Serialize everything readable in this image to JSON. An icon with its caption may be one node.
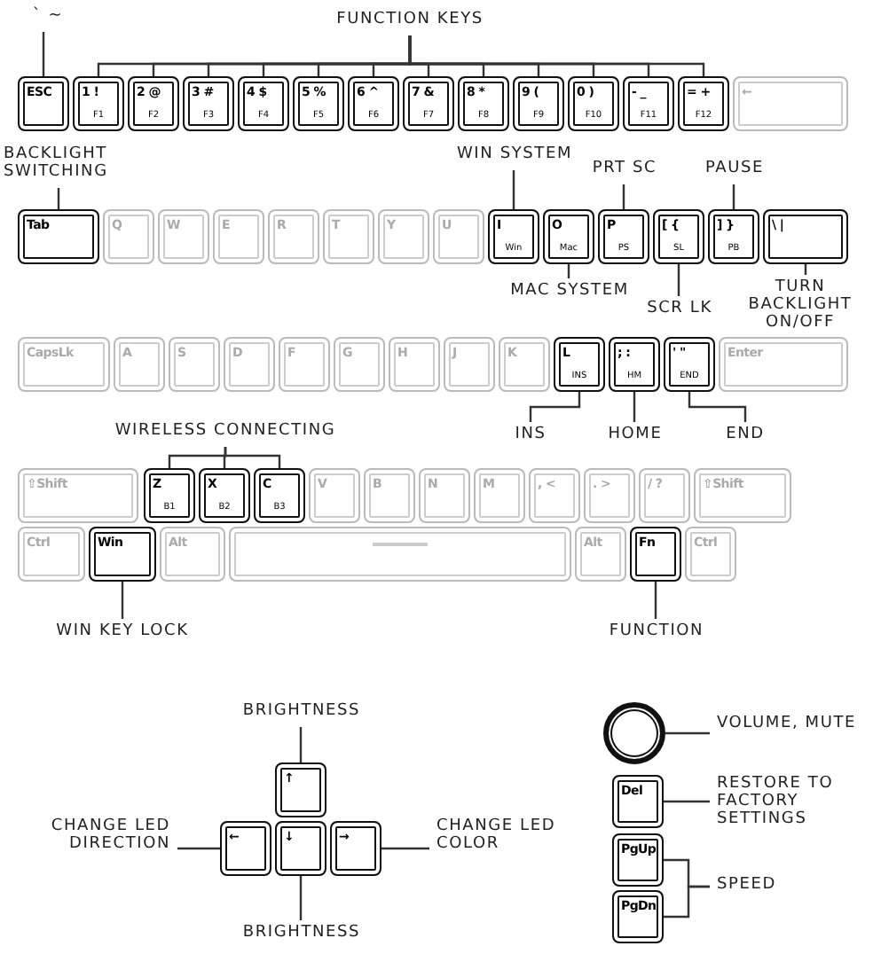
{
  "diagram": {
    "nodes": [
      {
        "text": [
          "` ~"
        ]
      },
      {
        "text": [
          "FUNCTION KEYS"
        ]
      },
      {
        "text": [
          "ESC"
        ]
      },
      {
        "text": [
          "1 !",
          "F1"
        ]
      },
      {
        "text": [
          "2 @",
          "F2"
        ]
      },
      {
        "text": [
          "3 #",
          "F3"
        ]
      },
      {
        "text": [
          "4 $",
          "F4"
        ]
      },
      {
        "text": [
          "5 %",
          "F5"
        ]
      },
      {
        "text": [
          "6 ^",
          "F6"
        ]
      },
      {
        "text": [
          "7 &",
          "F7"
        ]
      },
      {
        "text": [
          "8 *",
          "F8"
        ]
      },
      {
        "text": [
          "9 (",
          "F9"
        ]
      },
      {
        "text": [
          "0 )",
          "F10"
        ]
      },
      {
        "text": [
          "- _",
          "F11"
        ]
      },
      {
        "text": [
          "= +",
          "F12"
        ]
      },
      {
        "text": [
          "←"
        ]
      },
      {
        "text": [
          "BACKLIGHT SWITCHING"
        ]
      },
      {
        "text": [
          "WIN SYSTEM"
        ]
      },
      {
        "text": [
          "PRT SC"
        ]
      },
      {
        "text": [
          "PAUSE"
        ]
      },
      {
        "text": [
          "Tab"
        ]
      },
      {
        "text": [
          "Q"
        ]
      },
      {
        "text": [
          "W"
        ]
      },
      {
        "text": [
          "E"
        ]
      },
      {
        "text": [
          "R"
        ]
      },
      {
        "text": [
          "T"
        ]
      },
      {
        "text": [
          "Y"
        ]
      },
      {
        "text": [
          "U"
        ]
      },
      {
        "text": [
          "I",
          "Win"
        ]
      },
      {
        "text": [
          "O",
          "Mac"
        ]
      },
      {
        "text": [
          "P",
          "PS"
        ]
      },
      {
        "text": [
          "[ {",
          "SL"
        ]
      },
      {
        "text": [
          "] }",
          "PB"
        ]
      },
      {
        "text": [
          "\\ |"
        ]
      },
      {
        "text": [
          "MAC SYSTEM"
        ]
      },
      {
        "text": [
          "SCR LK"
        ]
      },
      {
        "text": [
          "TURN BACKLIGHT ON/OFF"
        ]
      },
      {
        "text": [
          "CapsLk"
        ]
      },
      {
        "text": [
          "A"
        ]
      },
      {
        "text": [
          "S"
        ]
      },
      {
        "text": [
          "D"
        ]
      },
      {
        "text": [
          "F"
        ]
      },
      {
        "text": [
          "G"
        ]
      },
      {
        "text": [
          "H"
        ]
      },
      {
        "text": [
          "J"
        ]
      },
      {
        "text": [
          "K"
        ]
      },
      {
        "text": [
          "L",
          "INS"
        ]
      },
      {
        "text": [
          "; :",
          "HM"
        ]
      },
      {
        "text": [
          "' \"",
          "END"
        ]
      },
      {
        "text": [
          "Enter"
        ]
      },
      {
        "text": [
          "INS"
        ]
      },
      {
        "text": [
          "HOME"
        ]
      },
      {
        "text": [
          "END"
        ]
      },
      {
        "text": [
          "WIRELESS CONNECTING"
        ]
      },
      {
        "text": [
          "⇧Shift"
        ]
      },
      {
        "text": [
          "Z",
          "B1"
        ]
      },
      {
        "text": [
          "X",
          "B2"
        ]
      },
      {
        "text": [
          "C",
          "B3"
        ]
      },
      {
        "text": [
          "V"
        ]
      },
      {
        "text": [
          "B"
        ]
      },
      {
        "text": [
          "N"
        ]
      },
      {
        "text": [
          "M"
        ]
      },
      {
        "text": [
          ", <"
        ]
      },
      {
        "text": [
          ". >"
        ]
      },
      {
        "text": [
          "/ ?"
        ]
      },
      {
        "text": [
          "⇧Shift"
        ]
      },
      {
        "text": [
          "Ctrl"
        ]
      },
      {
        "text": [
          "Win"
        ]
      },
      {
        "text": [
          "Alt"
        ]
      },
      {
        "text": [],
        "shape": "box"
      },
      {
        "text": [
          "Alt"
        ]
      },
      {
        "text": [
          "Fn"
        ]
      },
      {
        "text": [
          "Ctrl"
        ]
      },
      {
        "text": [
          "WIN KEY LOCK"
        ]
      },
      {
        "text": [
          "FUNCTION"
        ]
      },
      {
        "text": [
          "BRIGHTNESS"
        ]
      },
      {
        "text": [
          "CHANGE LED DIRECTION"
        ]
      },
      {
        "text": [
          "↑"
        ]
      },
      {
        "text": [
          "←"
        ]
      },
      {
        "text": [
          "↓"
        ]
      },
      {
        "text": [
          "→"
        ]
      },
      {
        "text": [
          "CHANGE LED COLOR"
        ]
      },
      {
        "text": [
          "BRIGHTNESS"
        ]
      },
      {
        "text": [],
        "shape": "circle"
      },
      {
        "text": [
          "VOLUME, MUTE"
        ]
      },
      {
        "text": [
          "Del"
        ]
      },
      {
        "text": [
          "RESTORE TO FACTORY SETTINGS"
        ]
      },
      {
        "text": [
          "PgUp"
        ]
      },
      {
        "text": [
          "PgDn"
        ]
      },
      {
        "text": [
          "SPEED"
        ]
      }
    ],
    "edges": [
      {
        "from": 0,
        "to": 2,
        "arrow": "none"
      },
      {
        "from": 1,
        "to": 3,
        "arrow": "none"
      },
      {
        "from": 1,
        "to": 4,
        "arrow": "none"
      },
      {
        "from": 1,
        "to": 5,
        "arrow": "none"
      },
      {
        "from": 1,
        "to": 6,
        "arrow": "none"
      },
      {
        "from": 1,
        "to": 7,
        "arrow": "none"
      },
      {
        "from": 1,
        "to": 8,
        "arrow": "none"
      },
      {
        "from": 1,
        "to": 9,
        "arrow": "none"
      },
      {
        "from": 1,
        "to": 10,
        "arrow": "none"
      },
      {
        "from": 1,
        "to": 11,
        "arrow": "none"
      },
      {
        "from": 1,
        "to": 12,
        "arrow": "none"
      },
      {
        "from": 1,
        "to": 13,
        "arrow": "none"
      },
      {
        "from": 1,
        "to": 14,
        "arrow": "none"
      },
      {
        "from": 16,
        "to": 20,
        "arrow": "none"
      },
      {
        "from": 17,
        "to": 28,
        "arrow": "none"
      },
      {
        "from": 18,
        "to": 30,
        "arrow": "none"
      },
      {
        "from": 19,
        "to": 32,
        "arrow": "none"
      },
      {
        "from": 34,
        "to": 29,
        "arrow": "none"
      },
      {
        "from": 35,
        "to": 31,
        "arrow": "none"
      },
      {
        "from": 36,
        "to": 33,
        "arrow": "none"
      },
      {
        "from": 50,
        "to": 46,
        "arrow": "none"
      },
      {
        "from": 51,
        "to": 47,
        "arrow": "none"
      },
      {
        "from": 52,
        "to": 48,
        "arrow": "none"
      },
      {
        "from": 53,
        "to": 55,
        "arrow": "none"
      },
      {
        "from": 53,
        "to": 56,
        "arrow": "none"
      },
      {
        "from": 53,
        "to": 57,
        "arrow": "none"
      },
      {
        "from": 73,
        "to": 67,
        "arrow": "none"
      },
      {
        "from": 74,
        "to": 71,
        "arrow": "none"
      },
      {
        "from": 75,
        "to": 77,
        "arrow": "none"
      },
      {
        "from": 76,
        "to": 78,
        "arrow": "none"
      },
      {
        "from": 81,
        "to": 80,
        "arrow": "none"
      },
      {
        "from": 82,
        "to": 79,
        "arrow": "none"
      },
      {
        "from": 84,
        "to": 83,
        "arrow": "none"
      },
      {
        "from": 86,
        "to": 85,
        "arrow": "none"
      },
      {
        "from": 89,
        "to": 87,
        "arrow": "none"
      },
      {
        "from": 89,
        "to": 88,
        "arrow": "none"
      }
    ]
  }
}
